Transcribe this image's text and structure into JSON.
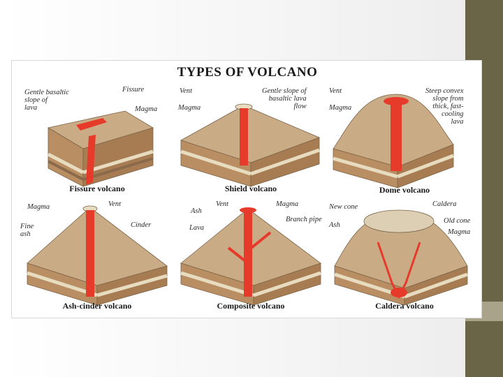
{
  "title": "TYPES OF VOLCANO",
  "colors": {
    "magma": "#e63b2a",
    "rock_top": "#c9ab86",
    "sidebar": "#6b6548"
  },
  "panels": [
    {
      "caption": "Fissure volcano",
      "labels": [
        "Gentle basaltic\nslope of\nlava",
        "Fissure",
        "Magma"
      ]
    },
    {
      "caption": "Shield volcano",
      "labels": [
        "Vent",
        "Magma",
        "Gentle slope of\nbasaltic lava\nflow"
      ]
    },
    {
      "caption": "Dome volcano",
      "labels": [
        "Vent",
        "Magma",
        "Steep convex\nslope from\nthick, fast-\ncooling\nlava"
      ]
    },
    {
      "caption": "Ash-cinder volcano",
      "labels": [
        "Magma",
        "Vent",
        "Fine\nash",
        "Cinder"
      ]
    },
    {
      "caption": "Composite volcano",
      "labels": [
        "Ash",
        "Vent",
        "Magma",
        "Lava",
        "Branch pipe"
      ]
    },
    {
      "caption": "Caldera volcano",
      "labels": [
        "New cone",
        "Caldera",
        "Ash",
        "Old cone",
        "Magma"
      ]
    }
  ]
}
